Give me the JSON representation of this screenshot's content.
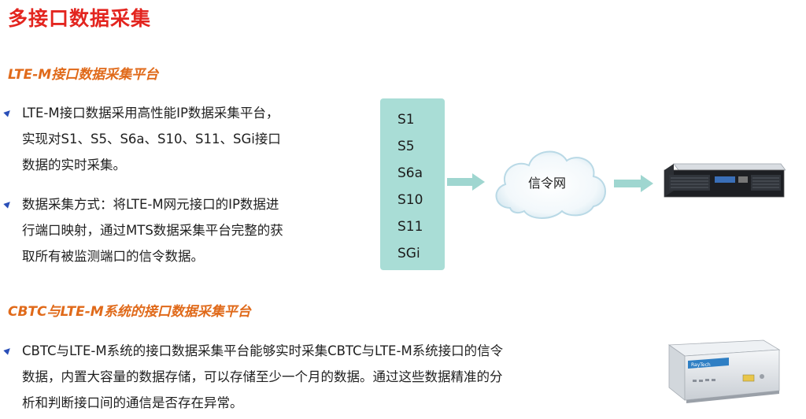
{
  "title": "多接口数据采集",
  "section1": {
    "heading": "LTE-M接口数据采集平台",
    "bullets": [
      [
        "LTE-M接口数据采用高性能IP数据采集平台，",
        "实现对S1、S5、S6a、S10、S11、SGi接口",
        "数据的实时采集。"
      ],
      [
        "数据采集方式：将LTE-M网元接口的IP数据进",
        "行端口映射，通过MTS数据采集平台完整的获",
        "取所有被监测端口的信令数据。"
      ]
    ]
  },
  "diagram": {
    "interfaces": [
      "S1",
      "S5",
      "S6a",
      "S10",
      "S11",
      "SGi"
    ],
    "cloud_label": "信令网",
    "colors": {
      "interface_box": "#a9ddd6",
      "arrow": "#9fd6d0",
      "cloud_border": "#b9d9e6"
    },
    "icons": [
      "interface-list",
      "network-cloud-icon",
      "rack-server-icon",
      "capture-appliance-icon"
    ]
  },
  "section2": {
    "heading": "CBTC与LTE-M系统的接口数据采集平台",
    "bullets": [
      [
        "CBTC与LTE-M系统的接口数据采集平台能够实时采集CBTC与LTE-M系统接口的信令",
        "数据，内置大容量的数据存储，可以存储至少一个月的数据。通过这些数据精准的分",
        "析和判断接口间的通信是否存在异常。"
      ]
    ]
  },
  "device": {
    "brand_label": "RayTech"
  },
  "colors": {
    "title": "#e3251f",
    "subheading": "#e06a1a",
    "bullet_marker": "#2a4fb8"
  }
}
